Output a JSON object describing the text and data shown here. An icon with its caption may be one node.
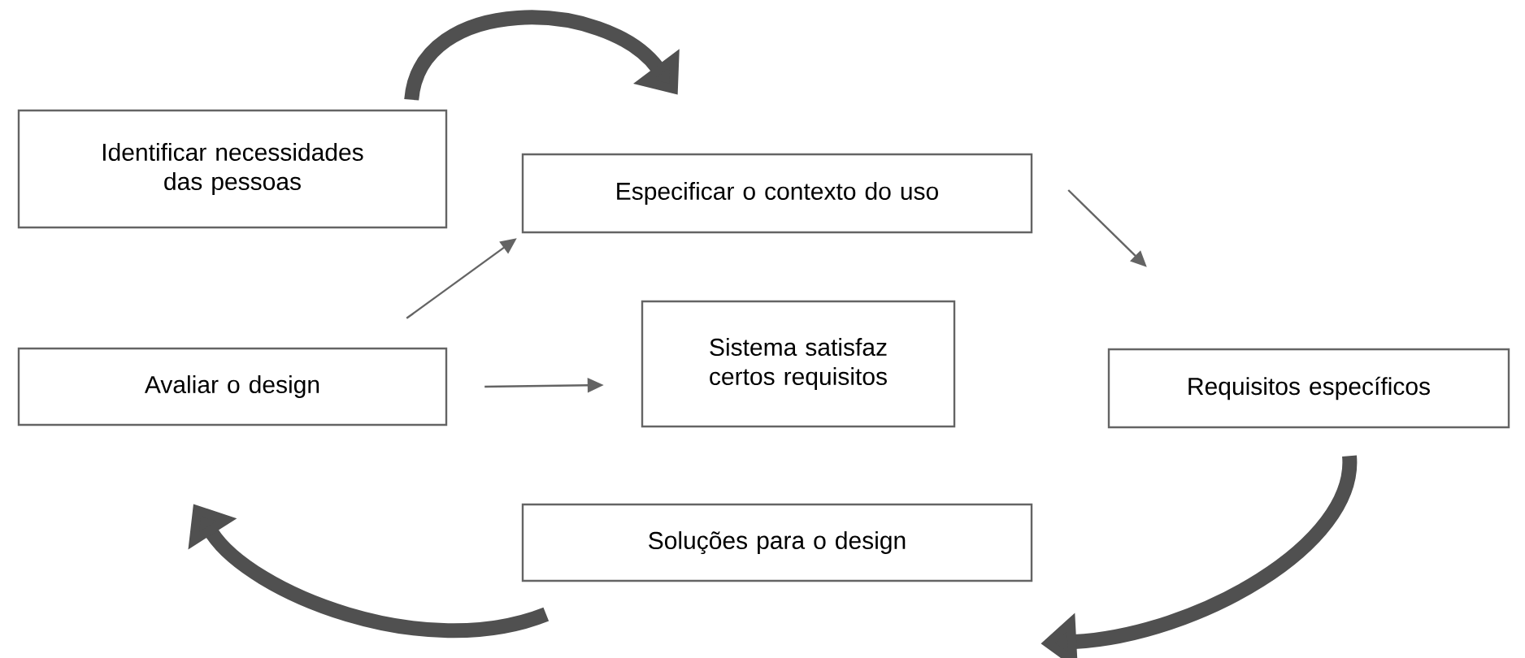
{
  "diagram": {
    "nodes": [
      {
        "text": [
          "Identificar necessidades das pessoas"
        ]
      },
      {
        "text": [
          "Especificar o contexto do uso"
        ]
      },
      {
        "text": [
          "Avaliar o design"
        ]
      },
      {
        "text": [
          "Sistema satisfaz certos requisitos"
        ]
      },
      {
        "text": [
          "Requisitos específicos"
        ]
      },
      {
        "text": [
          "Soluções para o design"
        ]
      }
    ],
    "edges": [
      {
        "from": 0,
        "to": 1,
        "arrow": "to",
        "style": "thick"
      },
      {
        "from": 1,
        "to": 4,
        "arrow": "to"
      },
      {
        "from": 4,
        "to": 5,
        "arrow": "to",
        "style": "thick"
      },
      {
        "from": 5,
        "to": 2,
        "arrow": "to",
        "style": "thick"
      },
      {
        "from": 2,
        "to": 1,
        "arrow": "to"
      },
      {
        "from": 2,
        "to": 3,
        "arrow": "to"
      }
    ]
  }
}
